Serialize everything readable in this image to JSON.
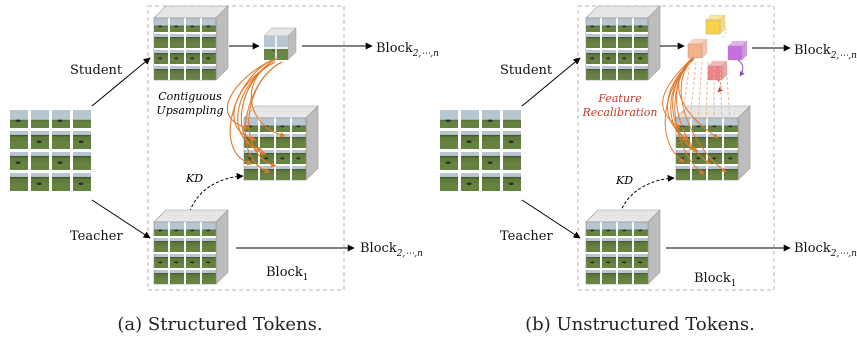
{
  "panel_a": {
    "student_label": "Student",
    "teacher_label": "Teacher",
    "op_label_line1": "Contiguous",
    "op_label_line2": "Upsampling",
    "kd_label": "KD",
    "block1_base": "Block",
    "block1_sub": "1",
    "block_rest_base": "Block",
    "block_rest_sub": "2,⋯,n",
    "block_rest_base_2": "Block",
    "block_rest_sub_2": "2,⋯,n",
    "caption": "(a) Structured Tokens."
  },
  "panel_b": {
    "student_label": "Student",
    "teacher_label": "Teacher",
    "op_label_line1": "Feature",
    "op_label_line2": "Recalibration",
    "kd_label": "KD",
    "block1_base": "Block",
    "block1_sub": "1",
    "block_rest_base": "Block",
    "block_rest_sub": "2,⋯,n",
    "block_rest_base_2": "Block",
    "block_rest_sub_2": "2,⋯,n",
    "caption": "(b) Unstructured Tokens."
  },
  "colors": {
    "dashed_box": "#b5b5b5",
    "orange_arrows": "#e07a2e",
    "recalibration_text": "#c0392b",
    "cube_yellow": "#f7d24a",
    "cube_peach": "#f5b08a",
    "cube_pink": "#ef7f8a",
    "cube_purple": "#c66ee0",
    "grass": "#5f7a3a",
    "sky": "#b8c6d2"
  }
}
